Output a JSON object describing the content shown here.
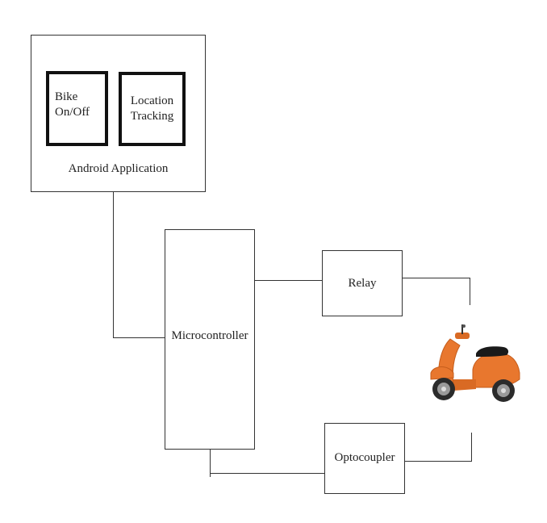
{
  "android_app": {
    "title": "Android Application",
    "bike_toggle_label": "Bike\nOn/Off",
    "location_label": "Location\nTracking"
  },
  "microcontroller": {
    "label": "Microcontroller"
  },
  "relay": {
    "label": "Relay"
  },
  "optocoupler": {
    "label": "Optocoupler"
  },
  "scooter": {
    "icon": "scooter-icon",
    "body_color": "#e8772e",
    "seat_color": "#1a1a1a"
  }
}
